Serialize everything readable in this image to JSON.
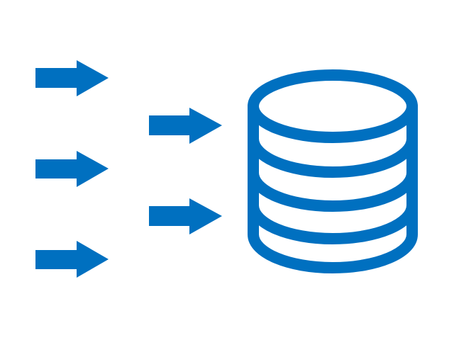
{
  "icon": {
    "name": "data-ingestion-icon",
    "color": "#0070C0",
    "background": "#FFFFFF"
  },
  "elements": {
    "arrows": [
      {
        "name": "left-arrow-top-icon",
        "direction": "right",
        "column": "left"
      },
      {
        "name": "left-arrow-middle-icon",
        "direction": "right",
        "column": "left"
      },
      {
        "name": "left-arrow-bottom-icon",
        "direction": "right",
        "column": "left"
      },
      {
        "name": "right-arrow-top-icon",
        "direction": "right",
        "column": "right"
      },
      {
        "name": "right-arrow-bottom-icon",
        "direction": "right",
        "column": "right"
      }
    ],
    "database": {
      "name": "database-icon",
      "stack_count": 3
    }
  }
}
